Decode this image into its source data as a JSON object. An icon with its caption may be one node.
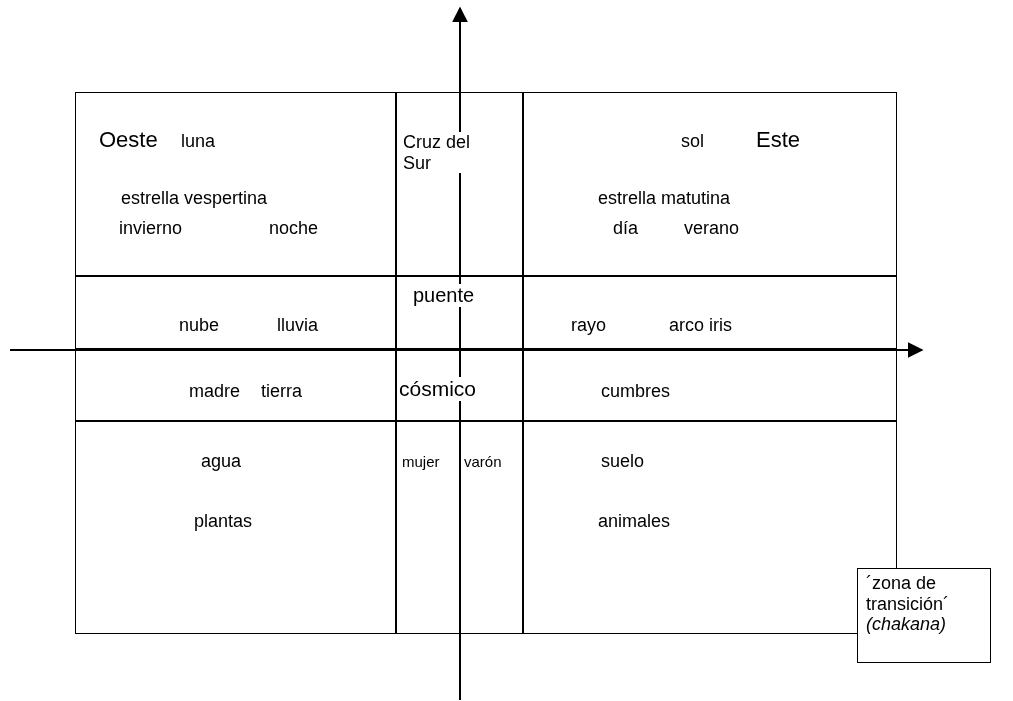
{
  "diagram": {
    "nodes": [
      {
        "text": [
          "Oeste",
          "luna",
          "estrella vespertina",
          "invierno",
          "noche"
        ]
      },
      {
        "text": [
          "Cruz del Sur"
        ]
      },
      {
        "text": [
          "sol",
          "Este",
          "estrella matutina",
          "día",
          "verano"
        ]
      },
      {
        "text": [
          "nube",
          "lluvia"
        ]
      },
      {
        "text": [
          "puente"
        ]
      },
      {
        "text": [
          "rayo",
          "arco iris"
        ]
      },
      {
        "text": [
          "madre",
          "tierra"
        ]
      },
      {
        "text": [
          "cósmico"
        ]
      },
      {
        "text": [
          "cumbres"
        ]
      },
      {
        "text": [
          "agua",
          "plantas"
        ]
      },
      {
        "text": [
          "mujer",
          "varón"
        ]
      },
      {
        "text": [
          "suelo",
          "animales"
        ]
      },
      {
        "text": [
          "´zona de transición´ *(chakana)*"
        ]
      }
    ]
  }
}
